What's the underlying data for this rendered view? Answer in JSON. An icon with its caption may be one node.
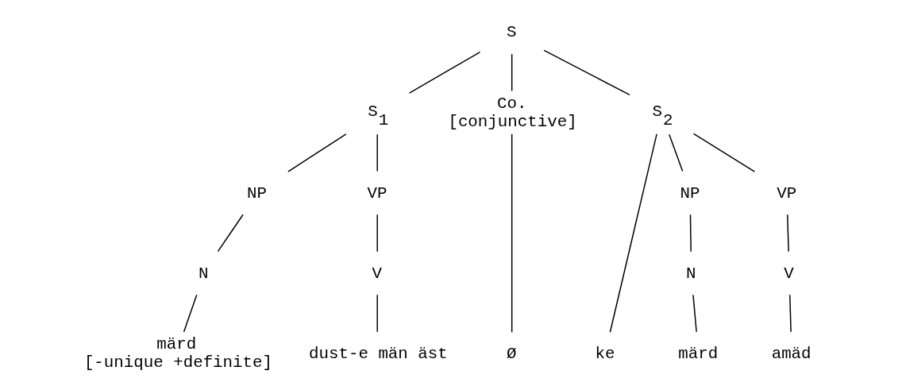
{
  "diagram": {
    "nodes": [
      {
        "text": [
          "S"
        ]
      },
      {
        "text": [
          "S$_{1}$"
        ]
      },
      {
        "text": [
          "Co.",
          "[conjunctive]"
        ]
      },
      {
        "text": [
          "S$_{2}$"
        ]
      },
      {
        "text": [
          "NP"
        ]
      },
      {
        "text": [
          "VP"
        ]
      },
      {
        "text": [
          "N"
        ]
      },
      {
        "text": [
          "V"
        ]
      },
      {
        "text": [
          "märd",
          "[-unique +definite]"
        ]
      },
      {
        "text": [
          "dust-e män äst"
        ]
      },
      {
        "text": [
          "Ø"
        ]
      },
      {
        "text": [
          "ke"
        ]
      },
      {
        "text": [
          "NP"
        ]
      },
      {
        "text": [
          "VP"
        ]
      },
      {
        "text": [
          "N"
        ]
      },
      {
        "text": [
          "V"
        ]
      },
      {
        "text": [
          "märd"
        ]
      },
      {
        "text": [
          "amäd"
        ]
      }
    ],
    "edges": [
      {
        "from": 0,
        "to": 1,
        "arrow": "none"
      },
      {
        "from": 0,
        "to": 2,
        "arrow": "none"
      },
      {
        "from": 0,
        "to": 3,
        "arrow": "none"
      },
      {
        "from": 1,
        "to": 4,
        "arrow": "none"
      },
      {
        "from": 1,
        "to": 5,
        "arrow": "none"
      },
      {
        "from": 4,
        "to": 6,
        "arrow": "none"
      },
      {
        "from": 6,
        "to": 8,
        "arrow": "none"
      },
      {
        "from": 5,
        "to": 7,
        "arrow": "none"
      },
      {
        "from": 7,
        "to": 9,
        "arrow": "none"
      },
      {
        "from": 2,
        "to": 10,
        "arrow": "none"
      },
      {
        "from": 3,
        "to": 11,
        "arrow": "none"
      },
      {
        "from": 3,
        "to": 12,
        "arrow": "none"
      },
      {
        "from": 3,
        "to": 13,
        "arrow": "none"
      },
      {
        "from": 12,
        "to": 14,
        "arrow": "none"
      },
      {
        "from": 14,
        "to": 16,
        "arrow": "none"
      },
      {
        "from": 13,
        "to": 15,
        "arrow": "none"
      },
      {
        "from": 15,
        "to": 17,
        "arrow": "none"
      }
    ]
  }
}
